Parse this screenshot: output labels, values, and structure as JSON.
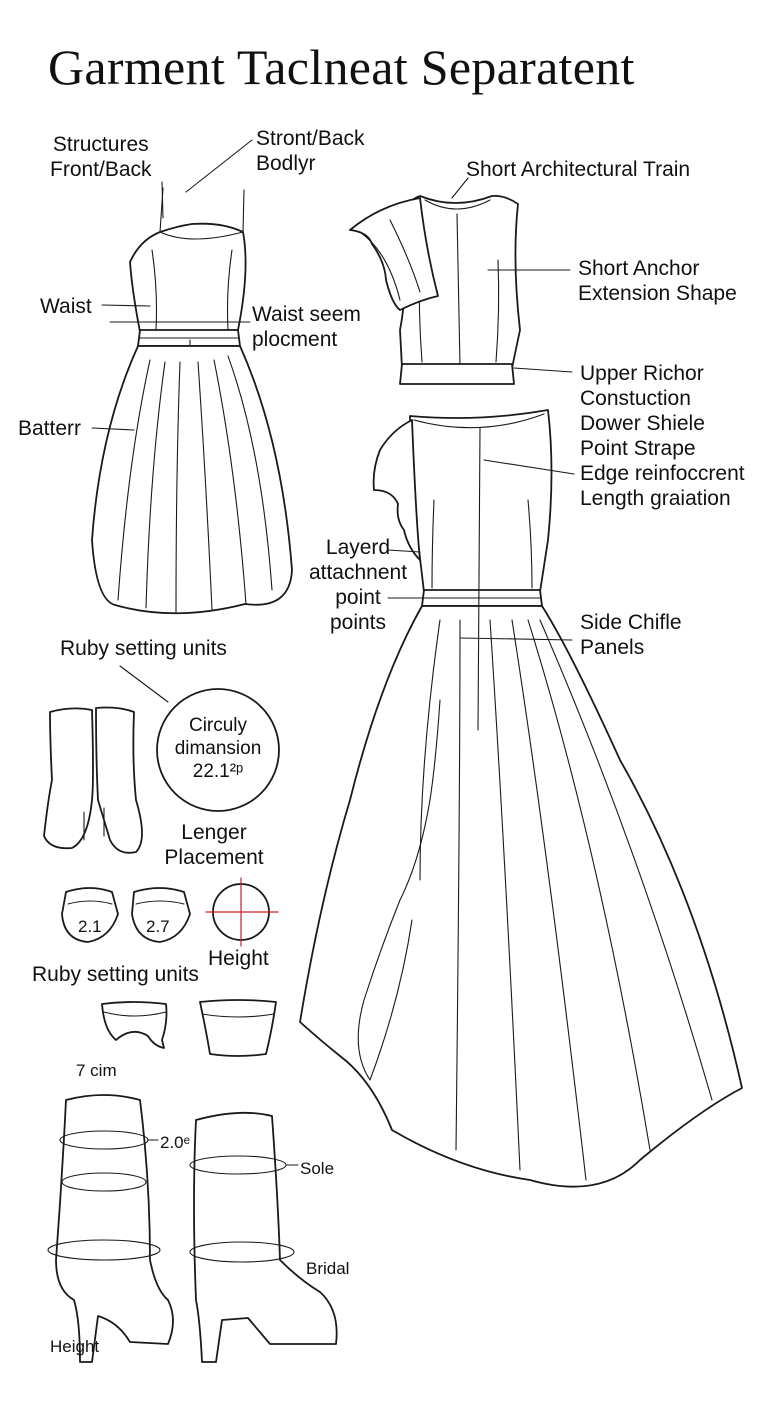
{
  "title": "Garment Taclneat Separatent",
  "dress": {
    "structures": [
      "Structures",
      "Front/Back"
    ],
    "stront_back": [
      "Stront/Back",
      "Bodlyr"
    ],
    "waist": "Waist",
    "waist_seam": [
      "Waist seem",
      "plocment"
    ],
    "batterr": "Batterr"
  },
  "bodice": {
    "train": "Short Architectural Train",
    "anchor": [
      "Short Anchor",
      "Extension Shape"
    ],
    "construction": [
      "Upper Richor",
      "Constuction",
      "Dower Shiele",
      "Point Strape",
      "Edge reinfoccrent",
      "Length graiation"
    ]
  },
  "gown": {
    "layered": [
      "Layerd",
      "attachnent",
      "point",
      "points"
    ],
    "side_panels": [
      "Side Chifle",
      "Panels"
    ]
  },
  "accessories": {
    "ruby_top": "Ruby setting units",
    "circle_text": [
      "Circuly",
      "dimansion",
      "22.1²ᵖ"
    ],
    "lenger": [
      "Lenger",
      "Placement"
    ],
    "cap_values": [
      "2.1",
      "2.7"
    ],
    "height_mid": "Height",
    "ruby_bottom": "Ruby setting units"
  },
  "boots": {
    "top_measure": "7 cim",
    "shaft_measure": "2.0ᵉ",
    "sole": "Sole",
    "bridal": "Bridal",
    "height": "Height"
  }
}
